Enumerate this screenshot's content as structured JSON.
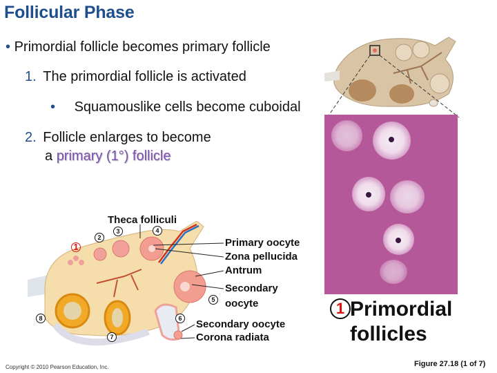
{
  "slide": {
    "title": "Follicular Phase",
    "bullets": [
      {
        "marker": "•",
        "text": "Primordial follicle becomes primary follicle"
      },
      {
        "marker": "1.",
        "text": "The primordial follicle is activated"
      },
      {
        "marker": "•",
        "text": "Squamouslike cells become cuboidal"
      },
      {
        "marker": "2.",
        "text_line1": "Follicle enlarges to become",
        "text_line2_prefix": "a ",
        "text_line2_highlight": "primary (1°) follicle"
      }
    ],
    "highlight_color": "#7a4fb0",
    "title_color": "#1f4e8c"
  },
  "diagram": {
    "labels": {
      "theca": "Theca folliculi",
      "primary_oocyte": "Primary oocyte",
      "zona": "Zona pellucida",
      "antrum": "Antrum",
      "secondary_oocyte_1": "Secondary",
      "secondary_oocyte_2": "oocyte",
      "secondary_oocyte_b": "Secondary oocyte",
      "corona": "Corona radiata"
    },
    "stages": [
      "1",
      "2",
      "3",
      "4",
      "5",
      "6",
      "7",
      "8"
    ]
  },
  "micrograph": {
    "stage_number": "1",
    "caption_line1": "Primordial",
    "caption_line2": "follicles"
  },
  "footer": {
    "copyright": "Copyright © 2010 Pearson Education, Inc.",
    "figure": "Figure 27.18 (1 of 7)"
  }
}
